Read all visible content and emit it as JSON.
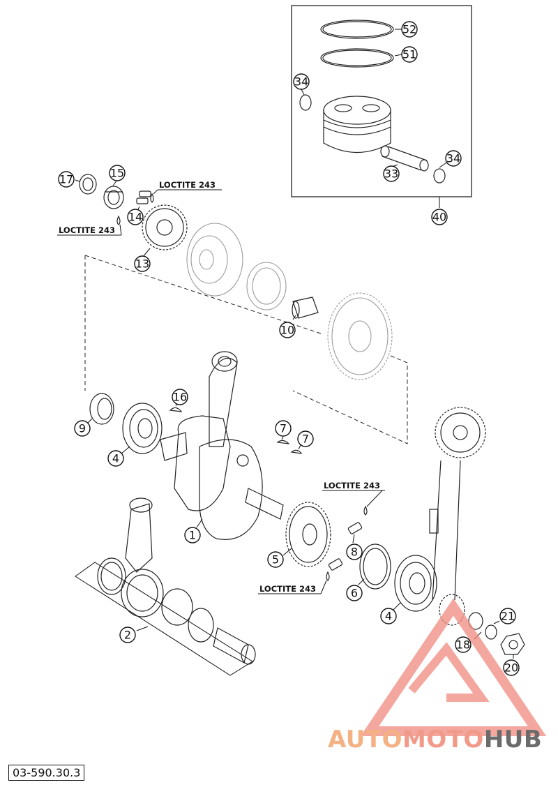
{
  "callouts": [
    {
      "id": "52",
      "label": "52"
    },
    {
      "id": "51",
      "label": "51"
    },
    {
      "id": "34a",
      "label": "34"
    },
    {
      "id": "34b",
      "label": "34"
    },
    {
      "id": "33",
      "label": "33"
    },
    {
      "id": "40",
      "label": "40"
    },
    {
      "id": "17",
      "label": "17"
    },
    {
      "id": "15",
      "label": "15"
    },
    {
      "id": "14",
      "label": "14"
    },
    {
      "id": "13",
      "label": "13"
    },
    {
      "id": "10",
      "label": "10"
    },
    {
      "id": "16",
      "label": "16"
    },
    {
      "id": "9",
      "label": "9"
    },
    {
      "id": "4a",
      "label": "4"
    },
    {
      "id": "7a",
      "label": "7"
    },
    {
      "id": "7b",
      "label": "7"
    },
    {
      "id": "1",
      "label": "1"
    },
    {
      "id": "5",
      "label": "5"
    },
    {
      "id": "8",
      "label": "8"
    },
    {
      "id": "6",
      "label": "6"
    },
    {
      "id": "4b",
      "label": "4"
    },
    {
      "id": "2",
      "label": "2"
    },
    {
      "id": "21",
      "label": "21"
    },
    {
      "id": "18",
      "label": "18"
    },
    {
      "id": "20",
      "label": "20"
    }
  ],
  "loctite_labels": [
    {
      "id": "l1",
      "text": "LOCTITE 243"
    },
    {
      "id": "l2",
      "text": "LOCTITE 243"
    },
    {
      "id": "l3",
      "text": "LOCTITE 243"
    },
    {
      "id": "l4",
      "text": "LOCTITE 243"
    }
  ],
  "reference_code": "03-590.30.3",
  "watermark": {
    "part1": "AUTO",
    "part2": "MOTO",
    "part3": "HUB",
    "colors": {
      "auto": "#f4b183",
      "moto": "#f29a8a",
      "hub": "#6b6b6b",
      "logo": "#f08a7e"
    }
  }
}
